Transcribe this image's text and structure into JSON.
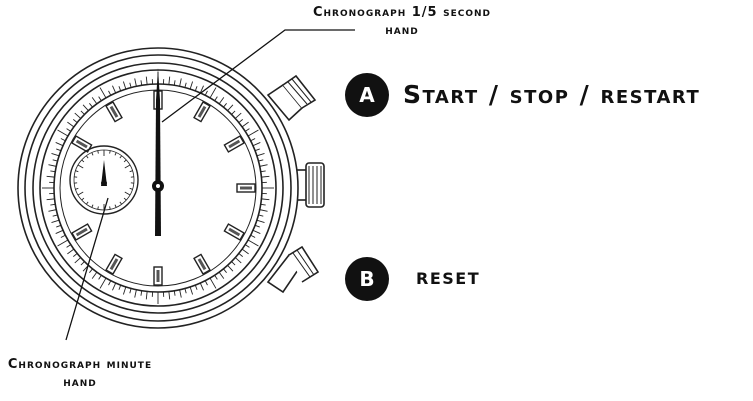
{
  "labels": {
    "top_line1": "Chronograph 1/5 second",
    "top_line2": "hand",
    "bottom_line1": "Chronograph minute",
    "bottom_line2": "hand"
  },
  "callouts": [
    {
      "badge": "A",
      "text": "Start / stop / restart"
    },
    {
      "badge": "B",
      "text": "reset"
    }
  ]
}
